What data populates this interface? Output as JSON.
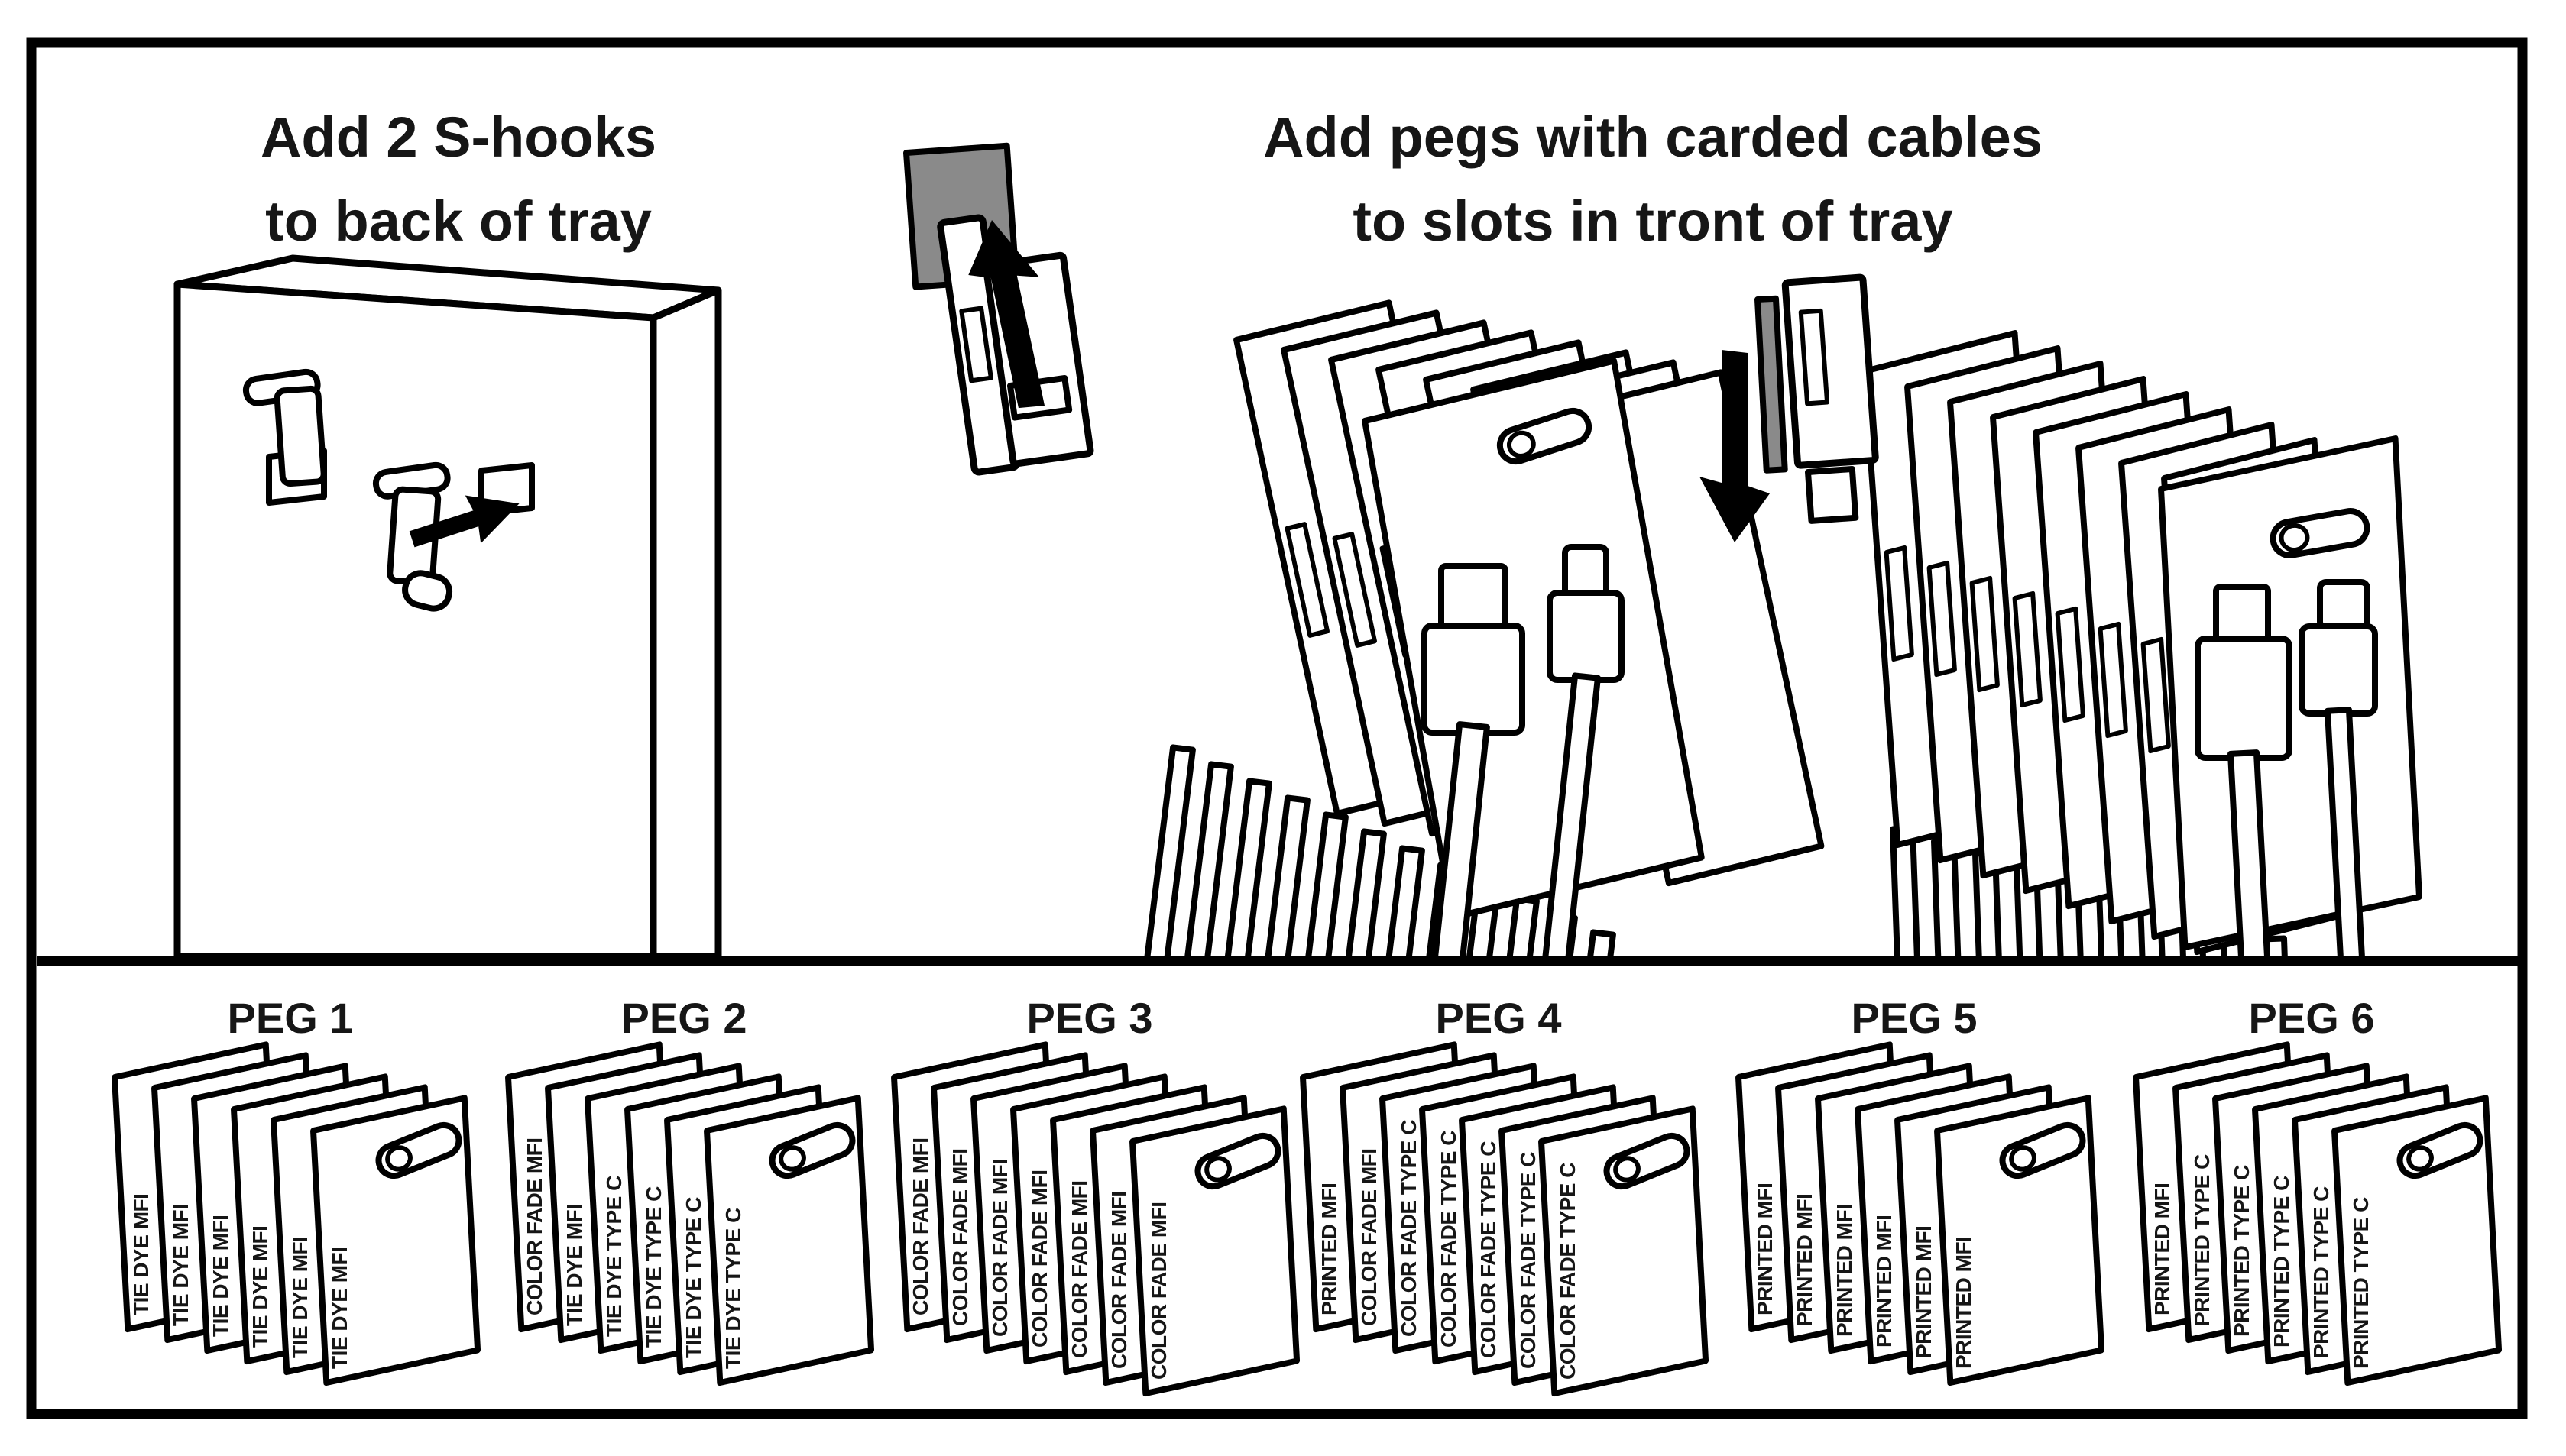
{
  "colors": {
    "background": "#ffffff",
    "line": "#000000",
    "text": "#161616",
    "slot_gray": "#8a8a8a"
  },
  "captions": {
    "left": {
      "line1": "Add 2 S-hooks",
      "line2": "to back of tray"
    },
    "right": {
      "line1": "Add pegs with carded cables",
      "line2": "to slots in tront of tray"
    }
  },
  "pegs": [
    {
      "title": "PEG 1",
      "cards": [
        "TIE DYE MFI",
        "TIE DYE MFI",
        "TIE DYE MFI",
        "TIE DYE MFI",
        "TIE DYE MFI",
        "TIE DYE MFI"
      ]
    },
    {
      "title": "PEG 2",
      "cards": [
        "COLOR FADE MFI",
        "TIE DYE MFI",
        "TIE DYE TYPE C",
        "TIE DYE TYPE C",
        "TIE DYE TYPE C",
        "TIE DYE TYPE C"
      ]
    },
    {
      "title": "PEG 3",
      "cards": [
        "COLOR FADE MFI",
        "COLOR FADE MFI",
        "COLOR FADE MFI",
        "COLOR FADE MFI",
        "COLOR FADE MFI",
        "COLOR FADE MFI",
        "COLOR FADE MFI"
      ]
    },
    {
      "title": "PEG 4",
      "cards": [
        "PRINTED MFI",
        "COLOR FADE MFI",
        "COLOR FADE TYPE C",
        "COLOR FADE TYPE C",
        "COLOR FADE TYPE C",
        "COLOR FADE TYPE C",
        "COLOR FADE TYPE C"
      ]
    },
    {
      "title": "PEG 5",
      "cards": [
        "PRINTED MFI",
        "PRINTED MFI",
        "PRINTED MFI",
        "PRINTED MFI",
        "PRINTED MFI",
        "PRINTED MFI"
      ]
    },
    {
      "title": "PEG 6",
      "cards": [
        "PRINTED MFI",
        "PRINTED TYPE C",
        "PRINTED TYPE C",
        "PRINTED TYPE C",
        "PRINTED TYPE C",
        "PRINTED TYPE C"
      ]
    }
  ]
}
